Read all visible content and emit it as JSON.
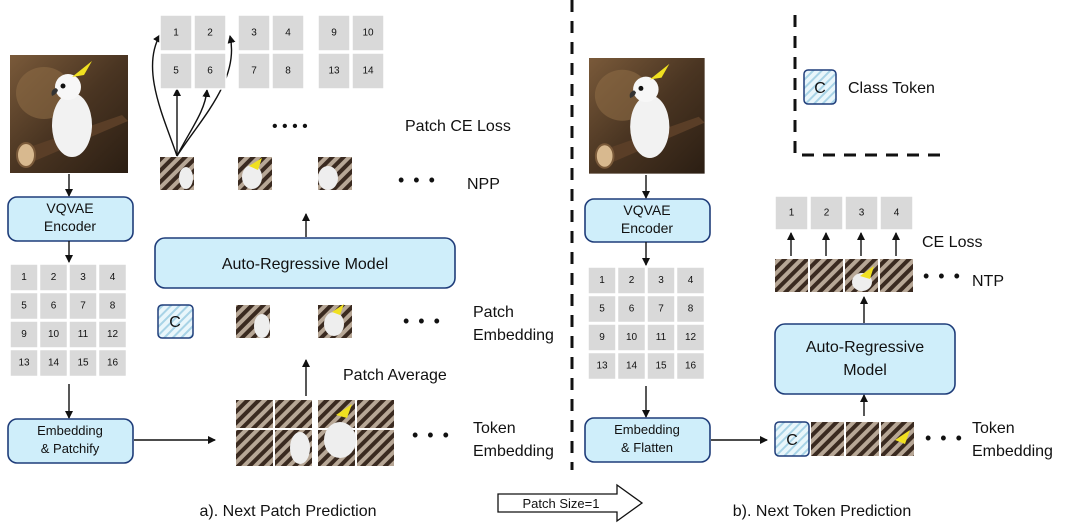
{
  "left": {
    "vqvae": [
      "VQVAE",
      "Encoder"
    ],
    "grid": [
      "1",
      "2",
      "3",
      "4",
      "5",
      "6",
      "7",
      "8",
      "9",
      "10",
      "11",
      "12",
      "13",
      "14",
      "15",
      "16"
    ],
    "embed": [
      "Embedding",
      "& Patchify"
    ],
    "token_embedding": [
      "Token",
      "Embedding"
    ],
    "patch_average": "Patch Average",
    "patch_embedding": [
      "Patch",
      "Embedding"
    ],
    "class_token_letter": "C",
    "ar_model": "Auto-Regressive Model",
    "npp": "NPP",
    "patch_ce_loss": "Patch CE Loss",
    "top_groups": [
      [
        "1",
        "2",
        "5",
        "6"
      ],
      [
        "3",
        "4",
        "7",
        "8"
      ],
      [
        "9",
        "10",
        "13",
        "14"
      ]
    ],
    "caption": "a). Next Patch Prediction"
  },
  "middle": {
    "arrow_label": "Patch Size=1"
  },
  "right": {
    "vqvae": [
      "VQVAE",
      "Encoder"
    ],
    "grid": [
      "1",
      "2",
      "3",
      "4",
      "5",
      "6",
      "7",
      "8",
      "9",
      "10",
      "11",
      "12",
      "13",
      "14",
      "15",
      "16"
    ],
    "embed": [
      "Embedding",
      "& Flatten"
    ],
    "token_embedding": [
      "Token",
      "Embedding"
    ],
    "class_token_letter": "C",
    "ar_model": [
      "Auto-Regressive",
      "Model"
    ],
    "ntp": "NTP",
    "ce_loss": "CE Loss",
    "outputs": [
      "1",
      "2",
      "3",
      "4"
    ],
    "legend_letter": "C",
    "legend_label": "Class Token",
    "caption": "b). Next Token Prediction"
  },
  "dots": "• • •",
  "dots4": "•   •   •   •",
  "colors": {
    "box_fill": "#cfeefa",
    "box_stroke": "#1f3d7a",
    "grid_cell": "#d9d9d9",
    "stripe_dark": "#3a2a20",
    "stripe_light": "#b7a796"
  }
}
